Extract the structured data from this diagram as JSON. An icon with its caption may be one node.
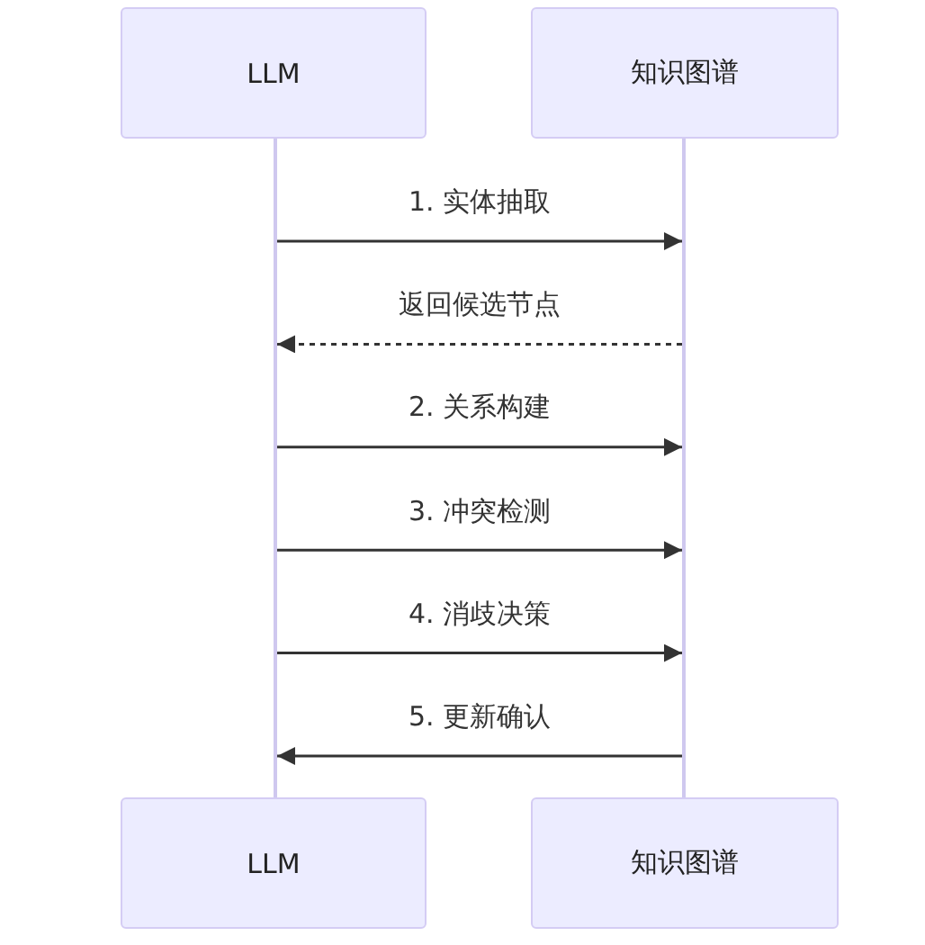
{
  "diagram": {
    "nodes": [
      {
        "text": [
          "LLM"
        ]
      },
      {
        "text": [
          "知识图谱"
        ]
      },
      {
        "text": [
          "LLM"
        ]
      },
      {
        "text": [
          "知识图谱"
        ]
      },
      {
        "text": [],
        "shape": "bar"
      },
      {
        "text": [],
        "shape": "bar"
      }
    ],
    "edges": [
      {
        "from": 4,
        "to": 5,
        "arrow": "to",
        "label": "1. 实体抽取"
      },
      {
        "from": 5,
        "to": 4,
        "arrow": "to",
        "label": "返回候选节点",
        "style": "dashed"
      },
      {
        "from": 4,
        "to": 5,
        "arrow": "to",
        "label": "2. 关系构建"
      },
      {
        "from": 4,
        "to": 5,
        "arrow": "to",
        "label": "3. 冲突检测"
      },
      {
        "from": 4,
        "to": 5,
        "arrow": "to",
        "label": "4. 消歧决策"
      },
      {
        "from": 5,
        "to": 4,
        "arrow": "to",
        "label": "5. 更新确认"
      }
    ]
  }
}
